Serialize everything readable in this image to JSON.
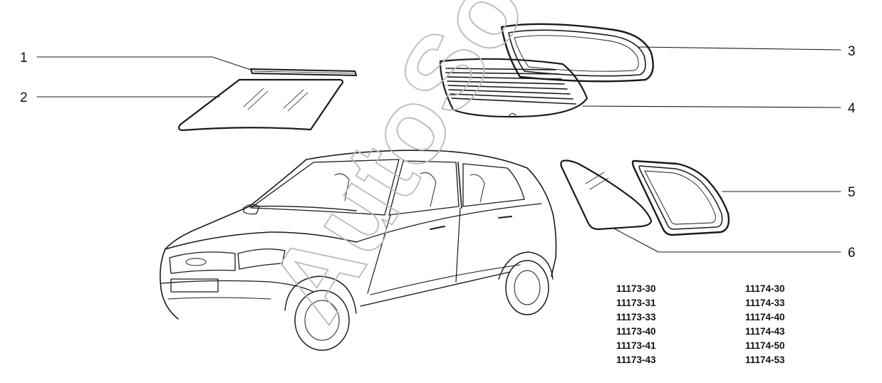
{
  "callouts": [
    "1",
    "2",
    "3",
    "4",
    "5",
    "6"
  ],
  "codes_left": [
    "11173-30",
    "11173-31",
    "11173-33",
    "11173-40",
    "11173-41",
    "11173-43"
  ],
  "codes_right": [
    "11174-30",
    "11174-33",
    "11174-40",
    "11174-43",
    "11174-50",
    "11174-53"
  ],
  "watermark": "AutoSoft"
}
